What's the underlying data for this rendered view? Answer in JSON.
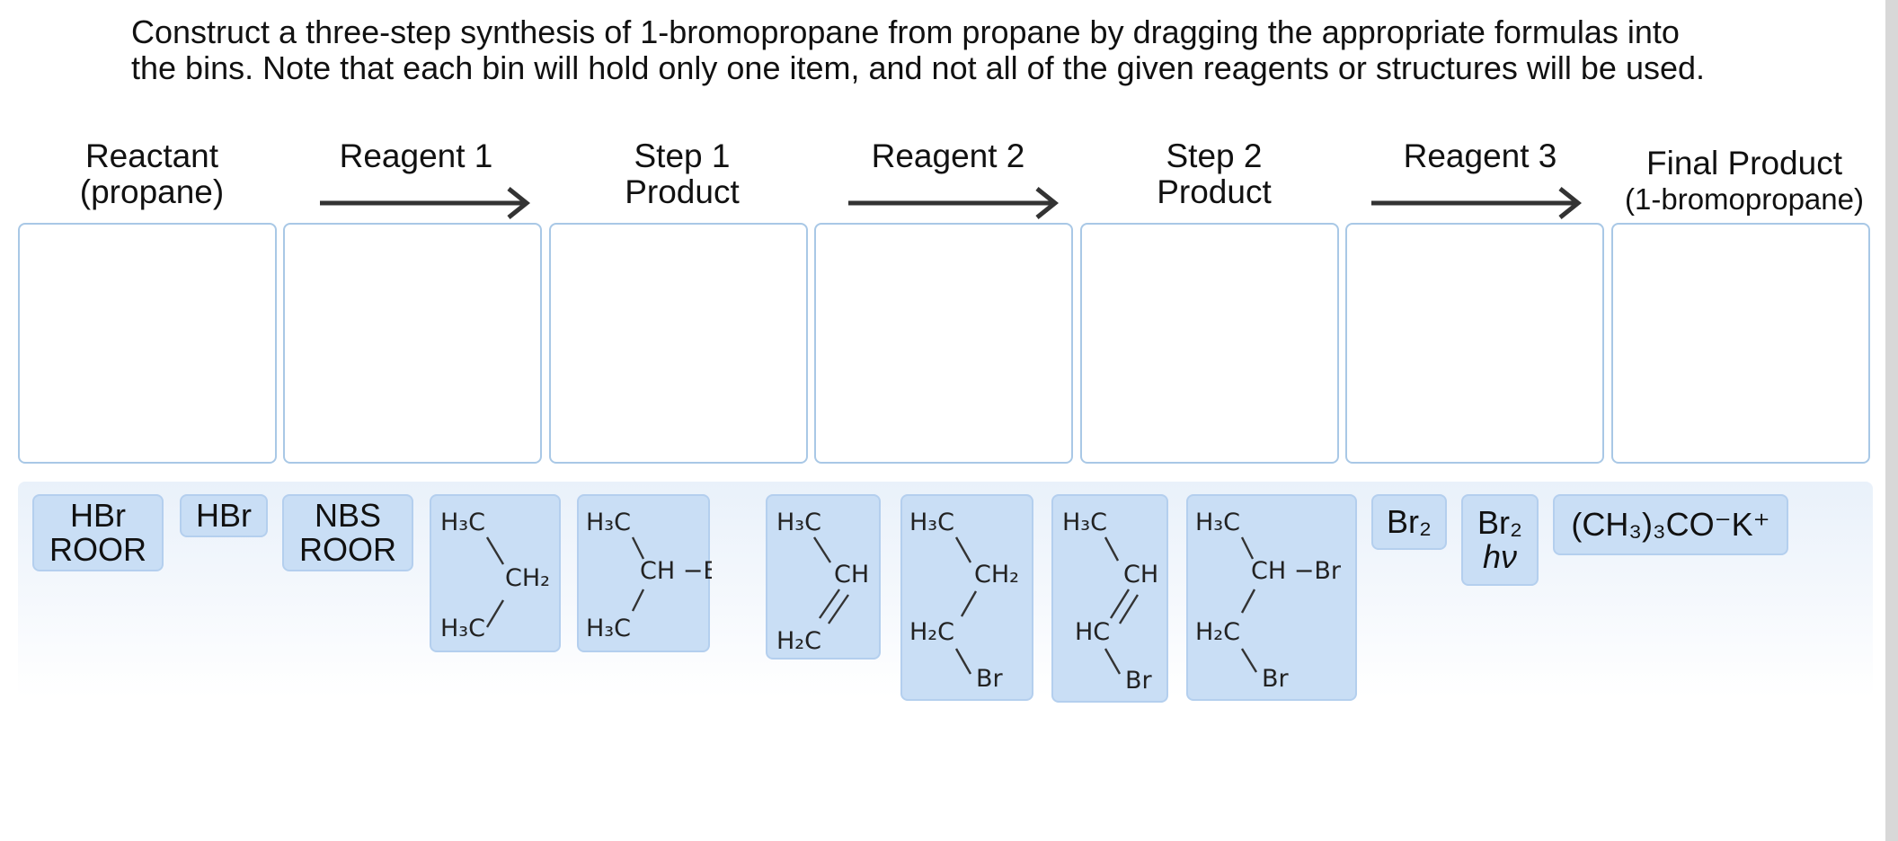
{
  "instructions": {
    "line1": "Construct a three-step synthesis of 1-bromopropane from propane by dragging the appropriate formulas into",
    "line2": "the bins. Note that each bin will hold only one item, and not all of the given reagents or structures will be used."
  },
  "headers": {
    "reactant_1": "Reactant",
    "reactant_2": "(propane)",
    "reagent1": "Reagent 1",
    "step1_1": "Step 1",
    "step1_2": "Product",
    "reagent2": "Reagent 2",
    "step2_1": "Step 2",
    "step2_2": "Product",
    "reagent3": "Reagent 3",
    "final_1": "Final Product",
    "final_2": "(1-bromopropane)"
  },
  "labels": {
    "h3c": "H₃C",
    "h2c": "H₂C",
    "ch2": "CH₂",
    "ch": "CH",
    "hc": "HC",
    "br": "Br",
    "ch_br": "CH −Br"
  },
  "tiles": {
    "hbr_roor_1": "HBr",
    "hbr_roor_2": "ROOR",
    "hbr": "HBr",
    "nbs_roor_1": "NBS",
    "nbs_roor_2": "ROOR",
    "br2": "Br₂",
    "br2_hv_1": "Br₂",
    "br2_hv_2": "hν",
    "tbuok": "(CH₃)₃CO⁻K⁺"
  },
  "colors": {
    "tile_fill": "#c9def5",
    "tile_border": "#b4cfee",
    "bin_border": "#a9c8e6"
  }
}
